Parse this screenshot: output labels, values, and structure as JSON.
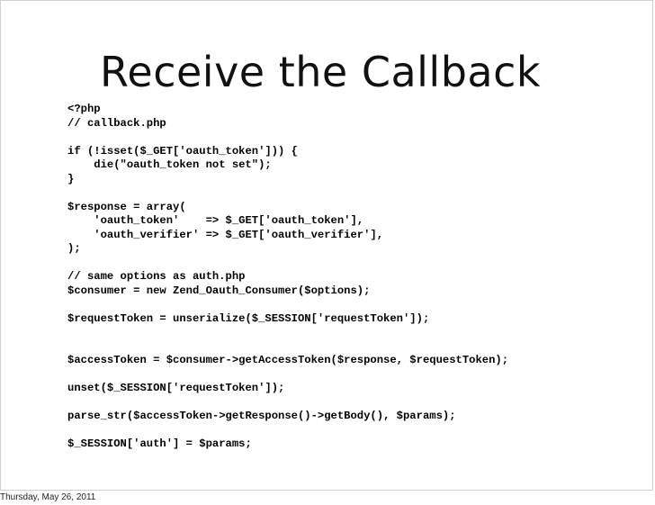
{
  "slide": {
    "title": "Receive the Callback",
    "code_lines": [
      "<?php",
      "// callback.php",
      "",
      "if (!isset($_GET['oauth_token'])) {",
      "    die(\"oauth_token not set\");",
      "}",
      "",
      "$response = array(",
      "    'oauth_token'    => $_GET['oauth_token'],",
      "    'oauth_verifier' => $_GET['oauth_verifier'],",
      ");",
      "",
      "// same options as auth.php",
      "$consumer = new Zend_Oauth_Consumer($options);",
      "",
      "$requestToken = unserialize($_SESSION['requestToken']);",
      "",
      "",
      "$accessToken = $consumer->getAccessToken($response, $requestToken);",
      "",
      "unset($_SESSION['requestToken']);",
      "",
      "parse_str($accessToken->getResponse()->getBody(), $params);",
      "",
      "$_SESSION['auth'] = $params;"
    ]
  },
  "footer": {
    "date": "Thursday, May 26, 2011"
  }
}
